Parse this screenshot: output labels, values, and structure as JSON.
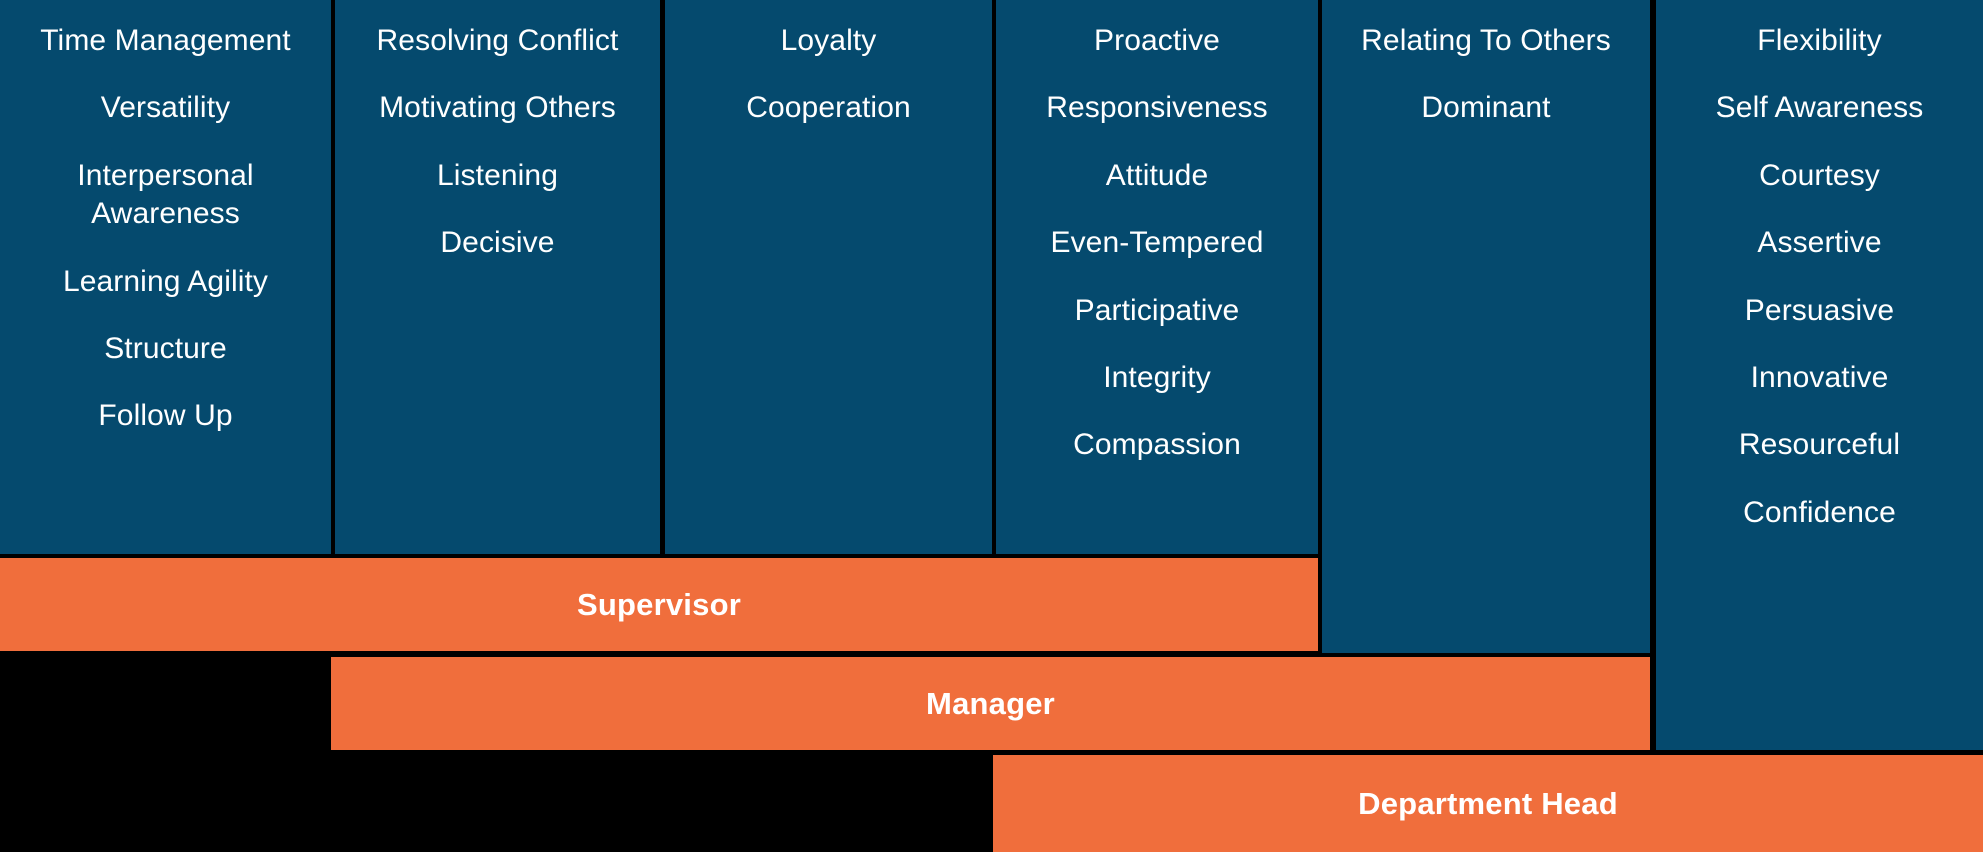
{
  "theme": {
    "column_bg": "#054A6E",
    "bar_bg": "#F06E3C",
    "text_color": "#FFFFFF",
    "page_bg": "#000000",
    "gap_color": "#FFFFFF"
  },
  "chart_data": {
    "type": "table",
    "title": "",
    "description": "Stacked competency ladder: six vertical skill columns over three cumulative role bands",
    "columns": [
      {
        "index": 0,
        "name": "column-1",
        "skills": [
          "Time Management",
          "Versatility",
          "Interpersonal Awareness",
          "Learning Agility",
          "Structure",
          "Follow Up"
        ]
      },
      {
        "index": 1,
        "name": "column-2",
        "skills": [
          "Resolving Conflict",
          "Motivating Others",
          "Listening",
          "Decisive"
        ]
      },
      {
        "index": 2,
        "name": "column-3",
        "skills": [
          "Loyalty",
          "Cooperation"
        ]
      },
      {
        "index": 3,
        "name": "column-4",
        "skills": [
          "Proactive",
          "Responsiveness",
          "Attitude",
          "Even-Tempered",
          "Participative",
          "Integrity",
          "Compassion"
        ]
      },
      {
        "index": 4,
        "name": "column-5",
        "skills": [
          "Relating To Others",
          "Dominant"
        ]
      },
      {
        "index": 5,
        "name": "column-6",
        "skills": [
          "Flexibility",
          "Self Awareness",
          "Courtesy",
          "Assertive",
          "Persuasive",
          "Innovative",
          "Resourceful",
          "Confidence"
        ]
      }
    ],
    "bands": [
      {
        "index": 0,
        "label": "Supervisor",
        "spans_columns": [
          0,
          1,
          2,
          3
        ]
      },
      {
        "index": 1,
        "label": "Manager",
        "spans_columns": [
          1,
          2,
          3,
          4
        ]
      },
      {
        "index": 2,
        "label": "Department Head",
        "spans_columns": [
          3,
          4,
          5
        ]
      }
    ]
  }
}
